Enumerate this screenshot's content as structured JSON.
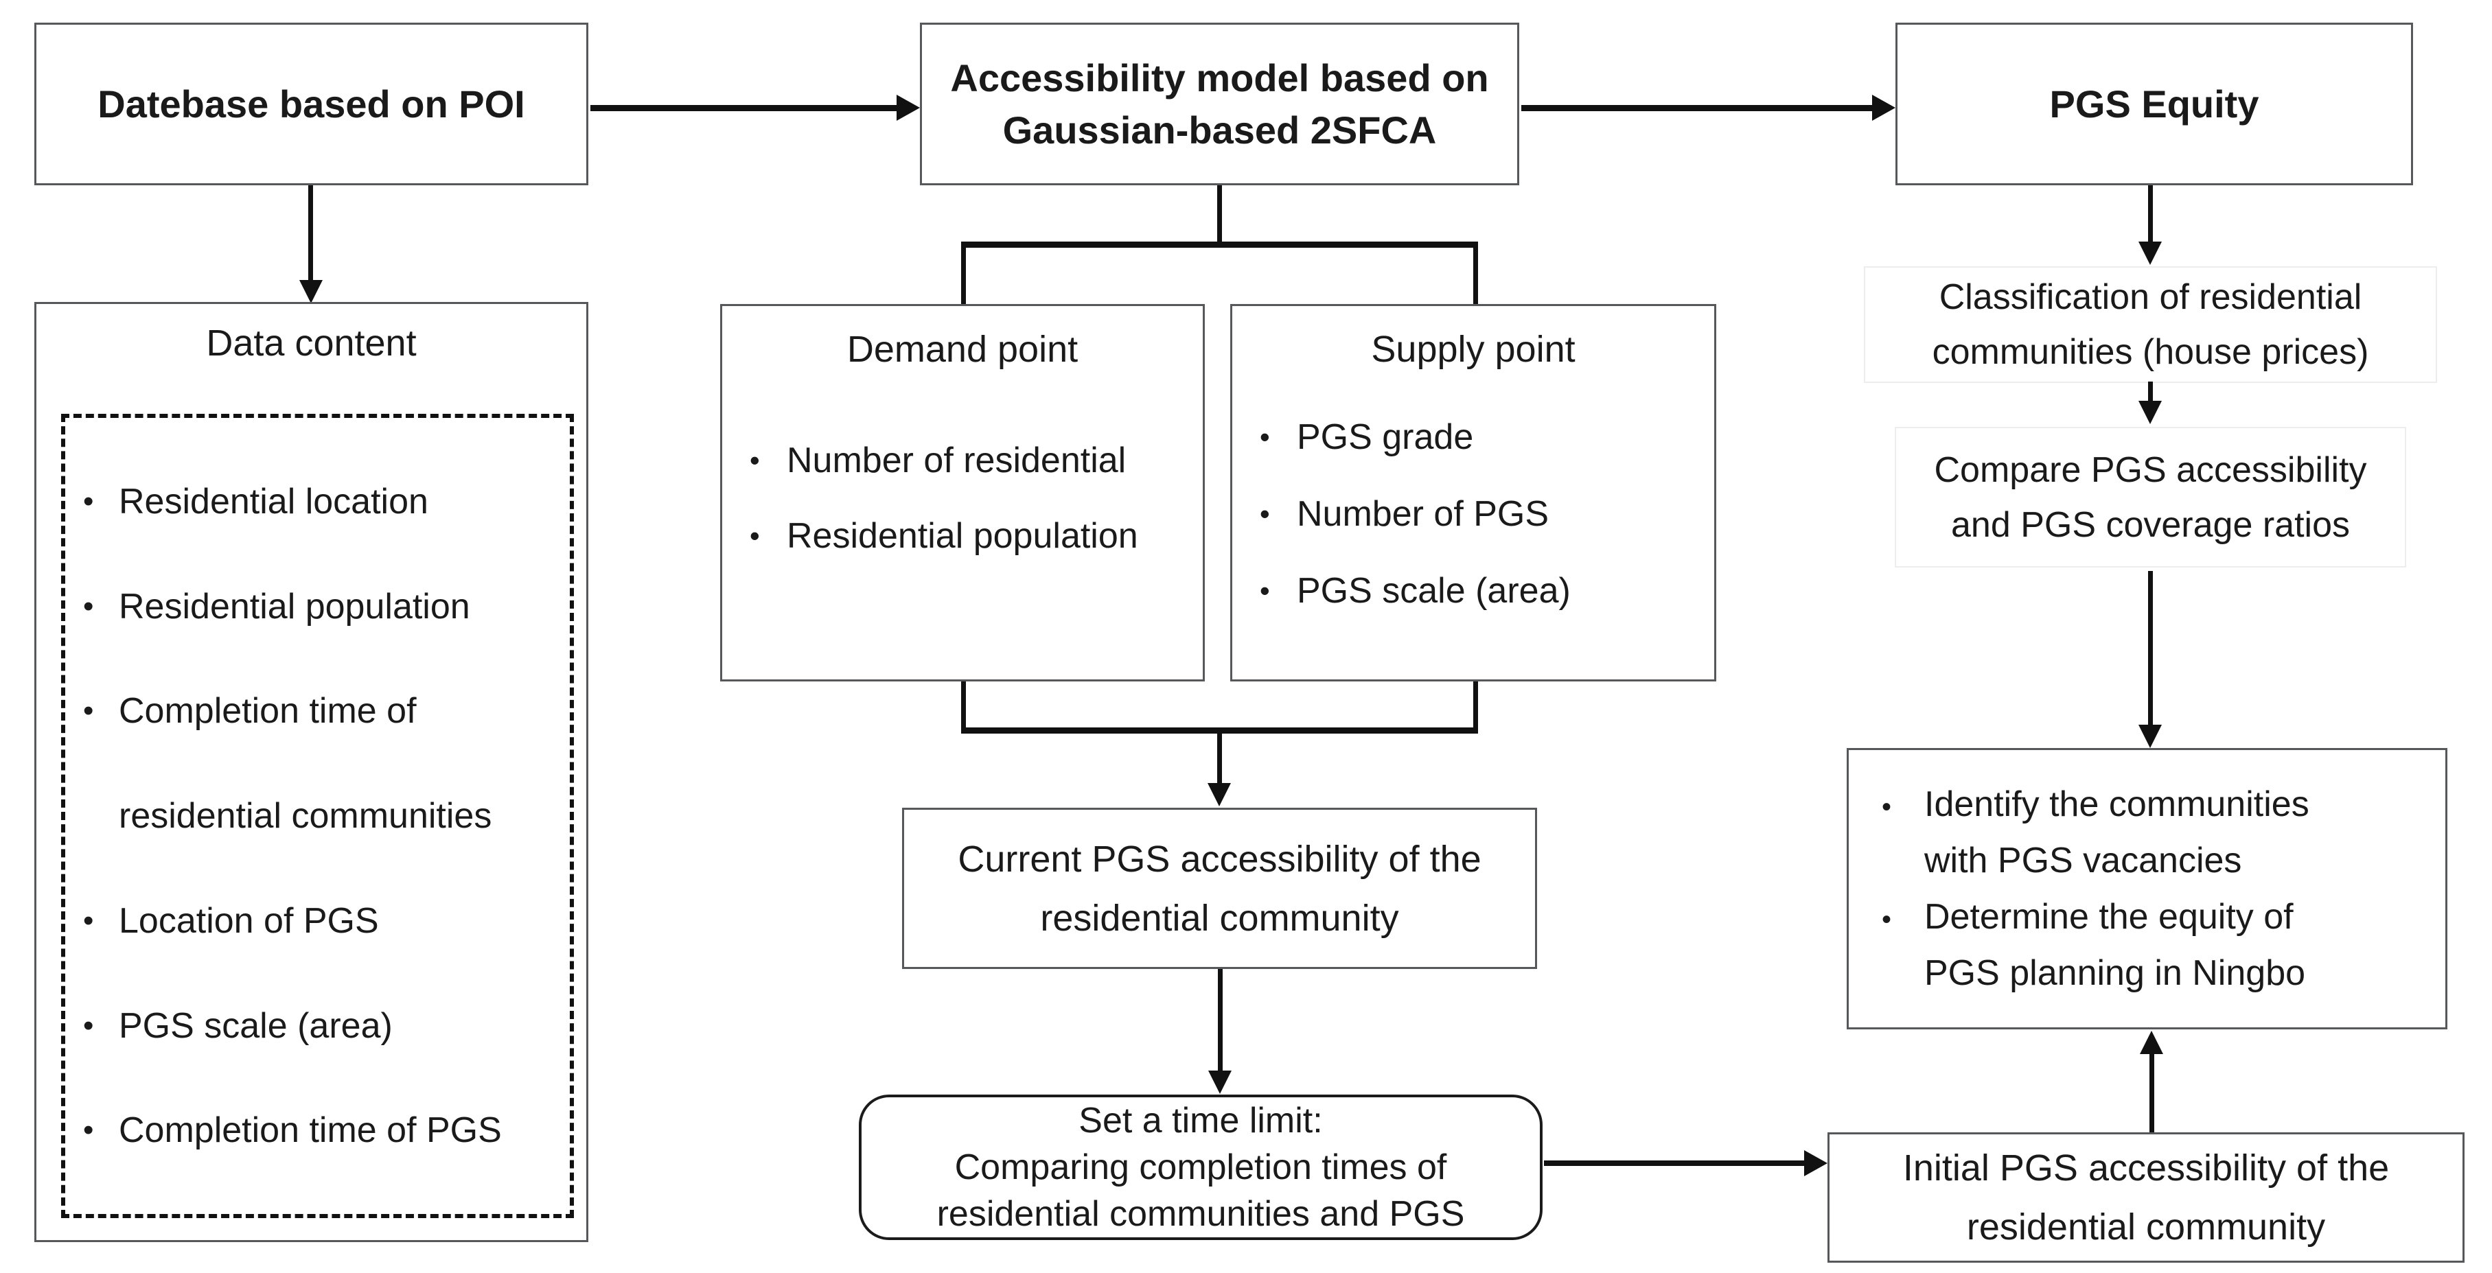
{
  "glyphs": {
    "bullet": "•"
  },
  "colors": {
    "box_border": "#56585a",
    "connector_line": "#111111",
    "text": "#1a1a1a",
    "faint_border": "#ededed",
    "background": "#ffffff"
  },
  "top_row": {
    "database_label": "Datebase based on POI",
    "accessibility_line1": "Accessibility model based on",
    "accessibility_line2": "Gaussian-based 2SFCA",
    "equity_label": "PGS Equity"
  },
  "data_content": {
    "title": "Data content",
    "items": [
      {
        "bullet": true,
        "text": "Residential location"
      },
      {
        "bullet": true,
        "text": "Residential population"
      },
      {
        "bullet": true,
        "text": "Completion time of"
      },
      {
        "bullet": false,
        "text": "residential communities"
      },
      {
        "bullet": true,
        "text": "Location of PGS"
      },
      {
        "bullet": true,
        "text": "PGS scale (area)"
      },
      {
        "bullet": true,
        "text": "Completion time of PGS"
      }
    ]
  },
  "demand": {
    "title": "Demand point",
    "items": [
      "Number of residential",
      "Residential population"
    ]
  },
  "supply": {
    "title": "Supply point",
    "items": [
      "PGS grade",
      "Number of PGS",
      "PGS scale (area)"
    ]
  },
  "current": {
    "line1": "Current PGS accessibility of the",
    "line2": "residential community"
  },
  "time_limit": {
    "line1": "Set a time limit:",
    "line2": "Comparing completion times of",
    "line3": "residential communities and PGS"
  },
  "equity_flow": {
    "classification_line1": "Classification of residential",
    "classification_line2": "communities (house prices)",
    "compare_line1": "Compare PGS accessibility",
    "compare_line2": "and PGS coverage ratios",
    "identify_items": [
      {
        "line1": "Identify the communities",
        "line2": "with PGS vacancies"
      },
      {
        "line1": "Determine the equity of",
        "line2": "PGS planning in Ningbo"
      }
    ],
    "initial_line1": "Initial PGS accessibility of the",
    "initial_line2": "residential community"
  }
}
